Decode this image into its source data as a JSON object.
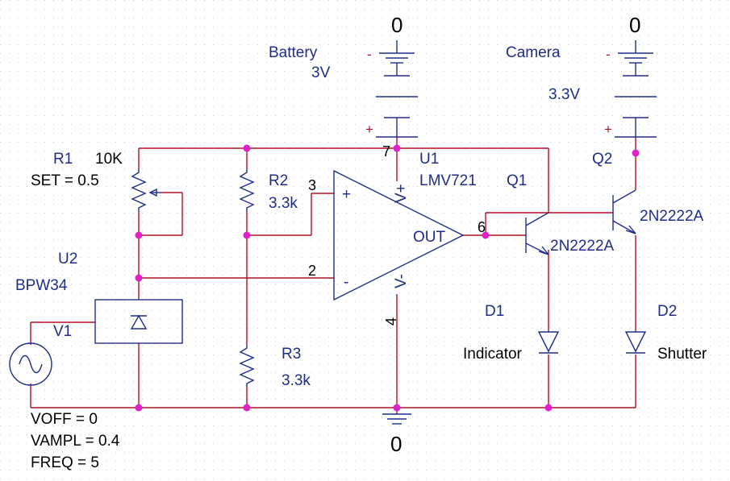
{
  "ground_labels": {
    "battery": "0",
    "camera": "0",
    "bottom": "0"
  },
  "battery": {
    "name": "Battery",
    "value": "3V",
    "minus": "-",
    "plus": "+"
  },
  "camera": {
    "name": "Camera",
    "value": "3.3V",
    "minus": "-",
    "plus": "+"
  },
  "r1": {
    "name": "R1",
    "value": "10K",
    "param": "SET = 0.5"
  },
  "r2": {
    "name": "R2",
    "value": "3.3k"
  },
  "r3": {
    "name": "R3",
    "value": "3.3k"
  },
  "u1": {
    "name": "U1",
    "part": "LMV721",
    "pin_vplus": "V+",
    "pin_vminus": "V-",
    "pin_out": "OUT",
    "pin_plus": "+",
    "pin_minus": "-",
    "pin_num_noninv": "3",
    "pin_num_inv": "2",
    "pin_num_out": "6",
    "pin_num_vplus": "7",
    "pin_num_vminus": "4"
  },
  "u2": {
    "name": "U2",
    "part": "BPW34"
  },
  "v1": {
    "name": "V1",
    "voff": "VOFF = 0",
    "vampl": "VAMPL = 0.4",
    "freq": "FREQ = 5"
  },
  "q1": {
    "name": "Q1",
    "part": "2N2222A"
  },
  "q2": {
    "name": "Q2",
    "part": "2N2222A"
  },
  "d1": {
    "name": "D1",
    "value": "Indicator"
  },
  "d2": {
    "name": "D2",
    "value": "Shutter"
  },
  "colors": {
    "wire": "#b01020",
    "component": "#1e2d8c",
    "node": "#e020c8",
    "text": "#000000"
  }
}
